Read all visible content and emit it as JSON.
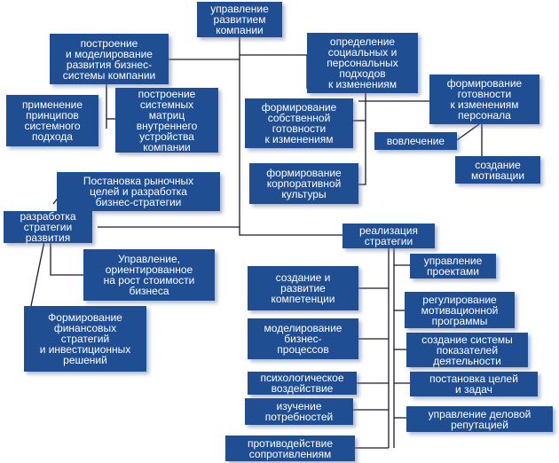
{
  "colors": {
    "box": "#1f4e92",
    "text": "#ffffff",
    "line": "#1a1a2e"
  },
  "nodes": {
    "root": "управление\nразвитием\nкомпании",
    "business_system": "построение\nи моделирование\nразвития бизнес-\nсистемы компании",
    "system_approach": "применение\nпринципов\nсистемного\nподхода",
    "system_matrices": "построение\nсистемных\nматриц\nвнутреннего\nустройства\nкомпании",
    "change_approaches": "определение\nсоциальных и\nперсональных\nподходов\nк изменениям",
    "own_readiness": "формирование\nсобственной\nготовности\nк изменениям",
    "staff_readiness": "формирование\nготовности\nк изменениям\nперсонала",
    "involvement": "вовлечение",
    "motivation": "создание\nмотивации",
    "corporate_culture": "формирование\nкорпоративной\nкультуры",
    "market_goals": "Постановка рыночных\nцелей и разработка\nбизнес-стратегии",
    "dev_strategy": "разработка\nстратегии\nразвития",
    "value_management": "Управление,\nориентированное\nна рост стоимости\nбизнеса",
    "financial_strategies": "Формирование\nфинансовых\nстратегий\nи инвестиционных\nрешений",
    "strategy_implementation": "реализация\nстратегии",
    "competencies": "создание и\nразвитие\nкомпетенции",
    "process_modeling": "моделирование\nбизнес-\nпроцессов",
    "psychological_impact": "психологическое\nвоздействие",
    "needs_study": "изучение\nпотребностей",
    "resistance": "противодействие\nсопротивлениям",
    "project_management": "управление\nпроектами",
    "motivation_program": "регулирование\nмотивационной\nпрограммы",
    "performance_system": "создание системы\nпоказателей\nдеятельности",
    "goal_setting": "постановка целей\nи задач",
    "reputation_management": "управление деловой\nрепутацией"
  }
}
